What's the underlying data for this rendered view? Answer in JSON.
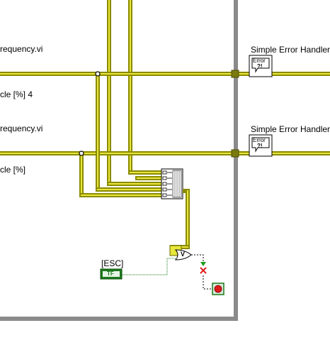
{
  "labels": {
    "vi_top": "requency.vi",
    "cycle_top": "cle [%] 4",
    "vi_bottom": "requency.vi",
    "cycle_bottom": "cle [%]",
    "handler_top": "Simple Error Handler.",
    "handler_bottom": "Simple Error Handler.",
    "esc_label": "[ESC]",
    "esc_terminal": "TF",
    "or_symbol": "V",
    "error_icon_text": "Error",
    "error_icon_mark": "?!"
  },
  "colors": {
    "error_wire": "#8a8a00",
    "error_wire_inner": "#e8e63a",
    "boolean_wire": "#1c7a1c",
    "structure_border": "#8a8a8a",
    "stop_red": "#e0191b"
  }
}
